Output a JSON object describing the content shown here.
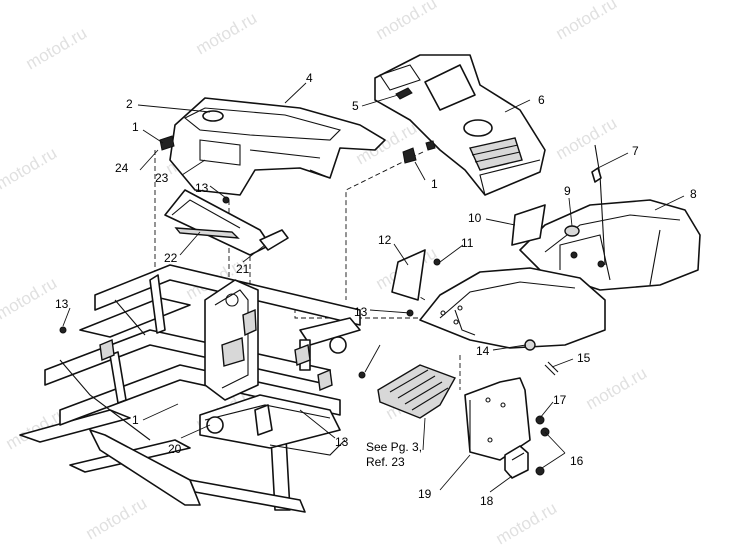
{
  "watermark": "motod.ru",
  "callouts": [
    "1",
    "1",
    "1",
    "2",
    "4",
    "5",
    "6",
    "7",
    "8",
    "9",
    "10",
    "11",
    "12",
    "13",
    "13",
    "13",
    "13",
    "14",
    "15",
    "16",
    "17",
    "18",
    "19",
    "20",
    "21",
    "22",
    "23",
    "24"
  ],
  "note": {
    "line1": "See Pg. 3,",
    "line2": "Ref. 23"
  }
}
